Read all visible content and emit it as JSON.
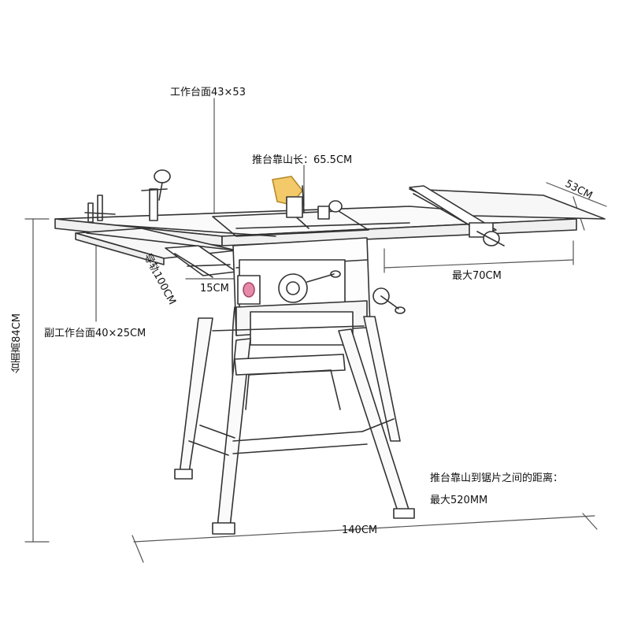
{
  "labels": {
    "table_top": "工作台面43×53",
    "fence_length": "推台靠山长：65.5CM",
    "depth": "53CM",
    "max_width": "最大70CM",
    "rail": "导轨100CM",
    "offset": "15CM",
    "sub_table": "副工作台面40×25CM",
    "height": "台面高84CM",
    "distance_line1": "推台靠山到锯片之间的距离：",
    "distance_line2": "最大520MM",
    "length": "140CM"
  },
  "colors": {
    "line": "#333333",
    "dim": "#555555",
    "blade_highlight": "#f4c96a",
    "switch_highlight": "#e58aa8"
  }
}
